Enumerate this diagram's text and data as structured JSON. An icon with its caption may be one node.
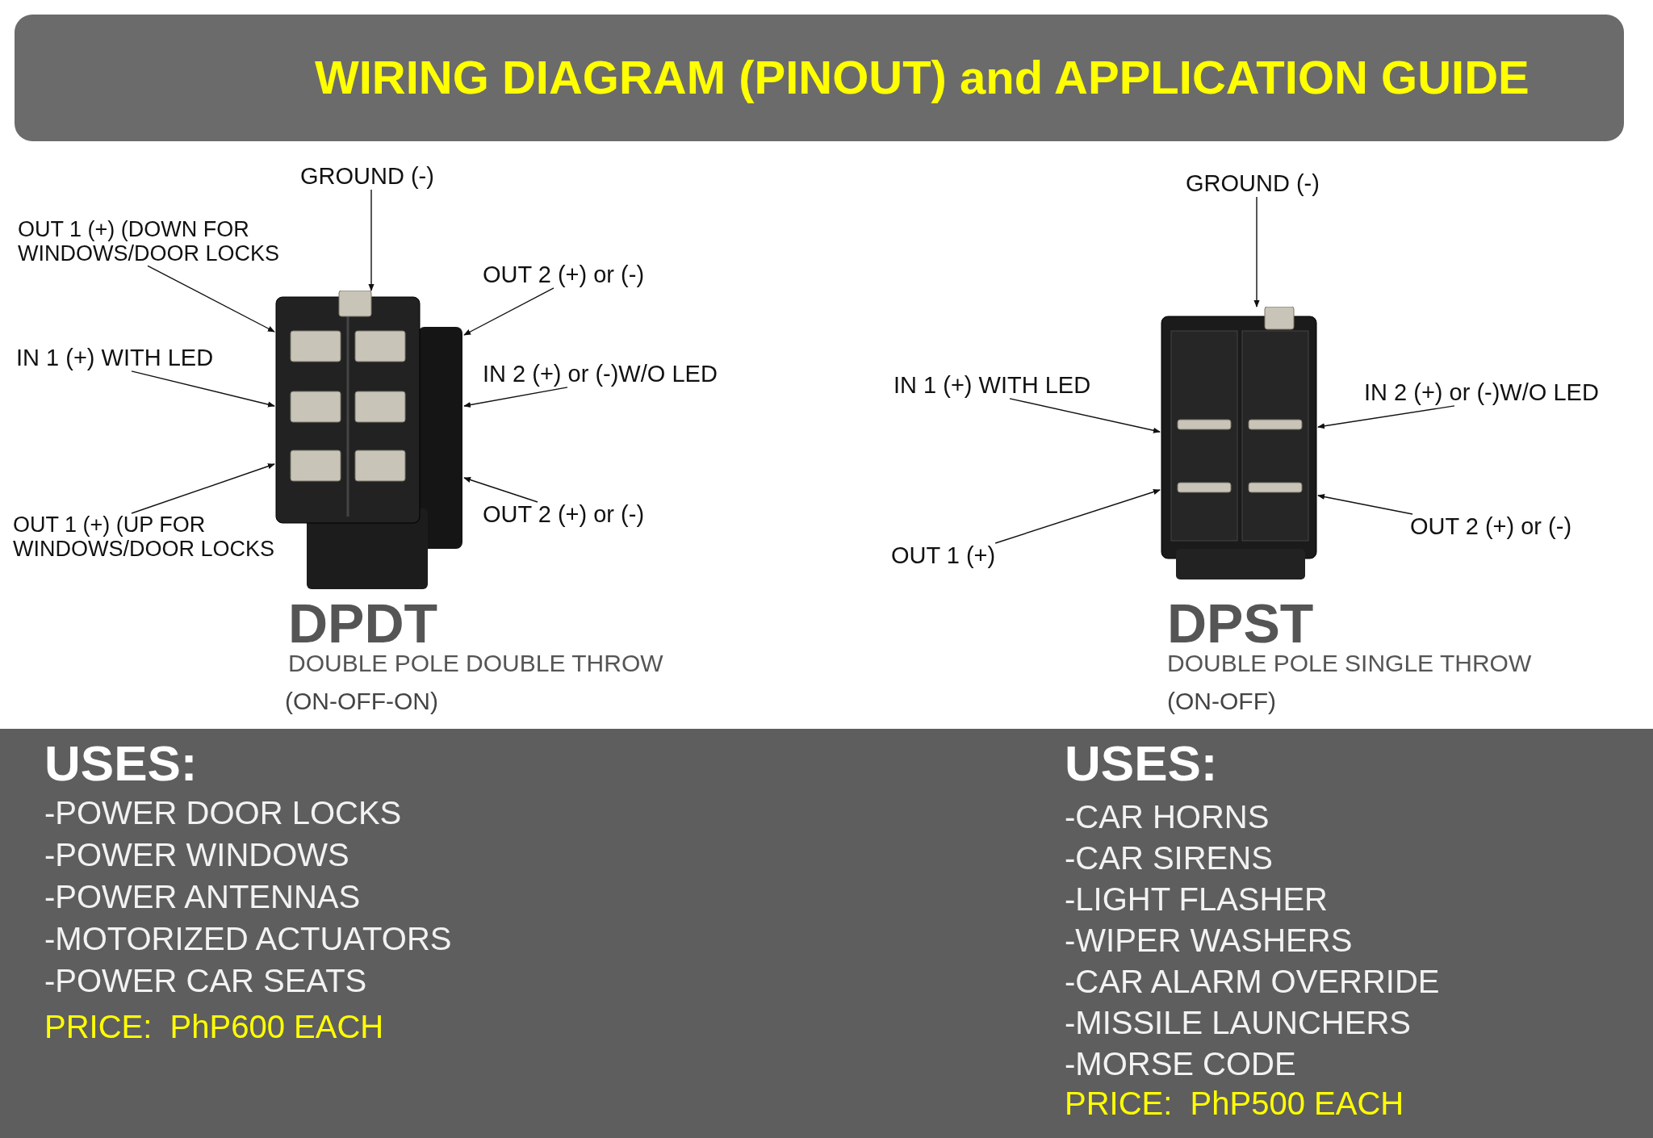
{
  "diagram": {
    "title": "WIRING DIAGRAM (PINOUT) and APPLICATION GUIDE",
    "nodes": [
      {
        "text": [
          "GROUND (-)"
        ]
      },
      {
        "text": [
          "OUT 1 (+) (DOWN FOR WINDOWS/DOOR LOCKS"
        ]
      },
      {
        "text": [
          "OUT 2 (+) or (-)"
        ]
      },
      {
        "text": [
          "IN 1 (+) WITH LED"
        ]
      },
      {
        "text": [
          "IN 2 (+) or (-)W/O LED"
        ]
      },
      {
        "text": [
          "OUT 1 (+) (UP FOR WINDOWS/DOOR LOCKS"
        ]
      },
      {
        "text": [
          "OUT 2 (+) or (-)"
        ]
      },
      {
        "text": [
          "GROUND (-)"
        ]
      },
      {
        "text": [
          "IN 1 (+) WITH LED"
        ]
      },
      {
        "text": [
          "IN 2 (+) or (-)W/O LED"
        ]
      },
      {
        "text": [
          "OUT 1 (+)"
        ]
      },
      {
        "text": [
          "OUT 2 (+) or (-)"
        ]
      },
      {
        "text": [],
        "shape": "picture"
      },
      {
        "text": [],
        "shape": "picture"
      }
    ],
    "edges": [
      {
        "from": 0,
        "to": 12,
        "arrow": "to"
      },
      {
        "from": 1,
        "to": 12,
        "arrow": "to"
      },
      {
        "from": 2,
        "to": 12,
        "arrow": "to"
      },
      {
        "from": 3,
        "to": 12,
        "arrow": "to"
      },
      {
        "from": 4,
        "to": 12,
        "arrow": "to"
      },
      {
        "from": 5,
        "to": 12,
        "arrow": "to"
      },
      {
        "from": 6,
        "to": 12,
        "arrow": "to"
      },
      {
        "from": 7,
        "to": 13,
        "arrow": "to"
      },
      {
        "from": 8,
        "to": 13,
        "arrow": "to"
      },
      {
        "from": 9,
        "to": 13,
        "arrow": "to"
      },
      {
        "from": 10,
        "to": 13,
        "arrow": "to"
      },
      {
        "from": 11,
        "to": 13,
        "arrow": "to"
      }
    ],
    "labels": [
      "DPDT",
      "DOUBLE POLE DOUBLE THROW",
      "(ON-OFF-ON)",
      "DPST",
      "DOUBLE POLE SINGLE THROW",
      "(ON-OFF)",
      "USES:",
      "-POWER DOOR LOCKS",
      "-POWER WINDOWS",
      "-POWER ANTENNAS",
      "-MOTORIZED ACTUATORS",
      "-POWER CAR SEATS",
      "PRICE:  PhP600 EACH",
      "USES:",
      "-CAR HORNS",
      "-CAR SIRENS",
      "-LIGHT FLASHER",
      "-WIPER WASHERS",
      "-CAR ALARM OVERRIDE",
      "-MISSILE LAUNCHERS",
      "-MORSE CODE",
      "PRICE:  PhP500 EACH"
    ]
  }
}
